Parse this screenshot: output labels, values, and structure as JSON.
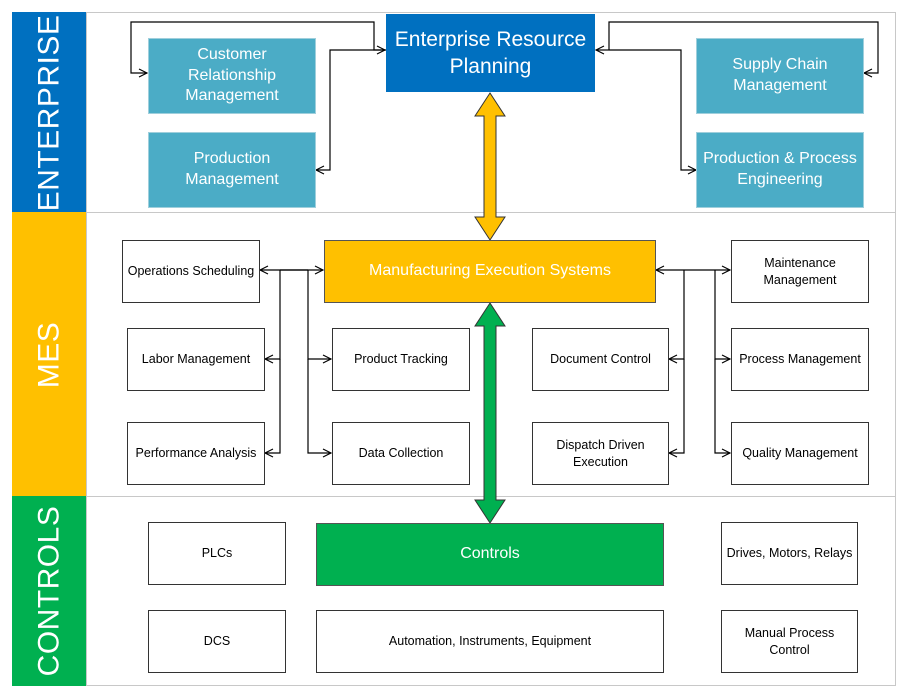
{
  "bands": {
    "enterprise": "ENTERPRISE",
    "mes": "MES",
    "controls": "CONTROLS"
  },
  "enterprise": {
    "erp": "Enterprise Resource Planning",
    "crm": "Customer Relationship Management",
    "supply_chain": "Supply Chain Management",
    "production_management": "Production Management",
    "process_engineering": "Production & Process Engineering"
  },
  "mes": {
    "main": "Manufacturing Execution Systems",
    "operations_scheduling": "Operations Scheduling",
    "labor_management": "Labor Management",
    "performance_analysis": "Performance Analysis",
    "product_tracking": "Product Tracking",
    "data_collection": "Data Collection",
    "document_control": "Document Control",
    "dispatch_execution": "Dispatch Driven Execution",
    "maintenance_management": "Maintenance Management",
    "process_management": "Process Management",
    "quality_management": "Quality Management"
  },
  "controls": {
    "main": "Controls",
    "plcs": "PLCs",
    "dcs": "DCS",
    "automation": "Automation, Instruments, Equipment",
    "drives": "Drives, Motors, Relays",
    "manual_process": "Manual Process Control"
  },
  "colors": {
    "enterprise_band": "#0070c0",
    "mes_band": "#ffc000",
    "controls_band": "#00b050",
    "teal_box": "#4bacc6",
    "erp_mes_arrow": "#ffc000",
    "mes_controls_arrow": "#00b050"
  }
}
